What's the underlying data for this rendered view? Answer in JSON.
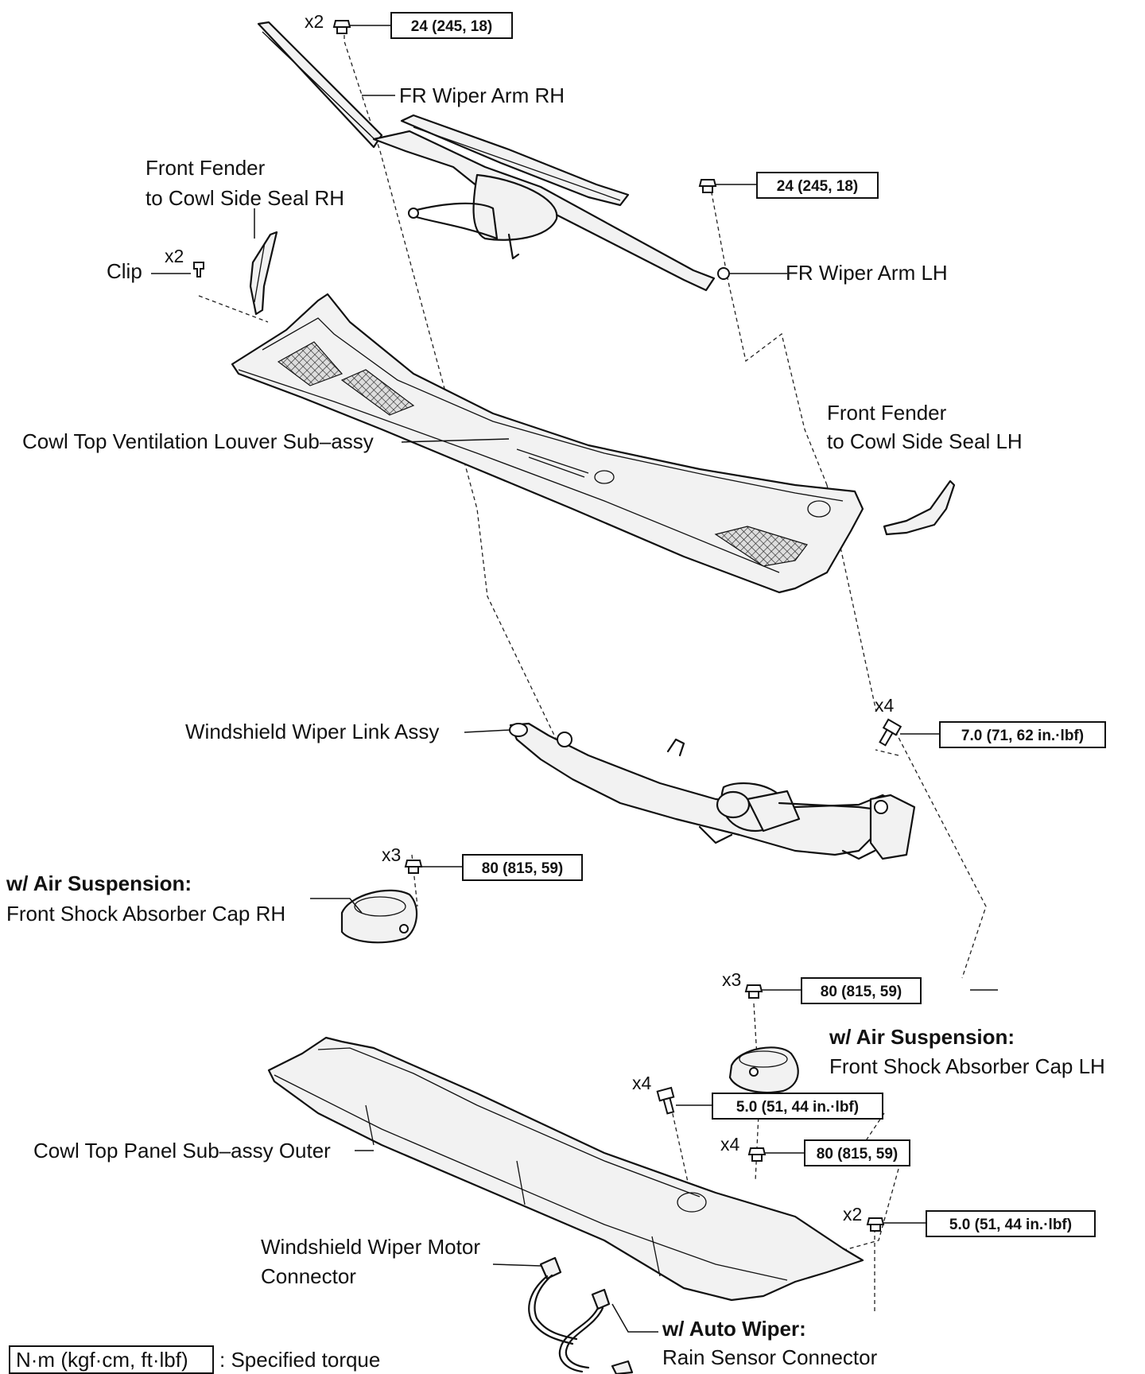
{
  "labels": {
    "fr_wiper_arm_rh": "FR Wiper Arm RH",
    "fr_wiper_arm_lh": "FR Wiper Arm LH",
    "front_fender_seal_rh_l1": "Front Fender",
    "front_fender_seal_rh_l2": "to Cowl Side Seal RH",
    "front_fender_seal_lh_l1": "Front Fender",
    "front_fender_seal_lh_l2": "to Cowl Side Seal LH",
    "clip": "Clip",
    "cowl_louver": "Cowl Top Ventilation Louver Sub–assy",
    "wiper_link": "Windshield Wiper Link Assy",
    "air_susp_rh": "w/ Air Suspension:",
    "shock_cap_rh": "Front Shock Absorber Cap RH",
    "air_susp_lh": "w/ Air Suspension:",
    "shock_cap_lh": "Front Shock Absorber Cap LH",
    "cowl_panel": "Cowl Top Panel Sub–assy Outer",
    "motor_connector_l1": "Windshield Wiper Motor",
    "motor_connector_l2": "Connector",
    "auto_wiper": "w/ Auto Wiper:",
    "rain_sensor": "Rain Sensor Connector"
  },
  "quantities": {
    "arm_rh_nut": "x2",
    "clip": "x2",
    "link_bolt": "x4",
    "cap_rh_nut": "x3",
    "cap_lh_nut": "x3",
    "panel_bolt": "x4",
    "panel_nut": "x4",
    "panel_clip": "x2"
  },
  "torques": {
    "arm_rh": "24 (245, 18)",
    "arm_lh": "24 (245, 18)",
    "link": "7.0 (71, 62 in.·lbf)",
    "cap_rh": "80 (815, 59)",
    "cap_lh": "80 (815, 59)",
    "panel_bolt": "5.0 (51, 44 in.·lbf)",
    "panel_nut": "80 (815, 59)",
    "panel_clip": "5.0 (51, 44 in.·lbf)"
  },
  "legend": {
    "unit": "N·m (kgf·cm, ft·lbf)",
    "text": ": Specified torque"
  },
  "icons": [
    "nut-icon",
    "bolt-icon",
    "clip-icon"
  ]
}
